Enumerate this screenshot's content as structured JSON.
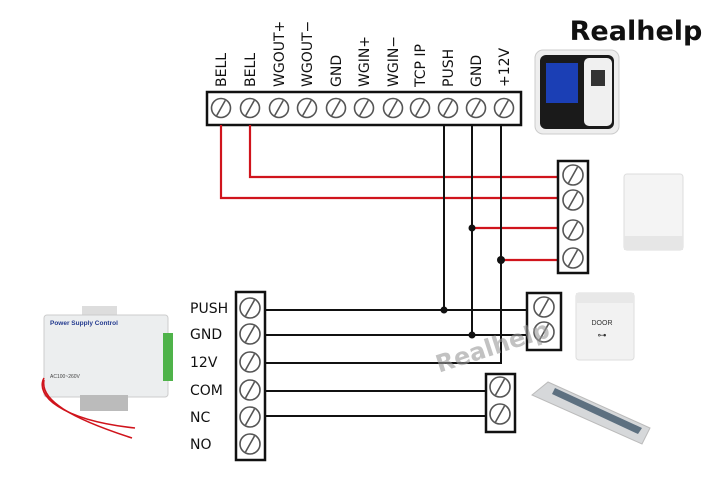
{
  "brand": "Realhelp",
  "watermark": "Realhelp",
  "controller_terminals": [
    "BELL",
    "BELL",
    "WGOUT+",
    "WGOUT−",
    "GND",
    "WGIN+",
    "WGIN−",
    "TCP IP",
    "PUSH",
    "GND",
    "+12V"
  ],
  "power_supply_terminals": [
    "PUSH",
    "GND",
    "12V",
    "COM",
    "NC",
    "NO"
  ],
  "power_supply_device": {
    "title": "Power Supply Control",
    "input": "AC100~260V"
  },
  "exit_button_device": {
    "text": "DOOR"
  },
  "colors": {
    "bell_wire": "#d0141c",
    "wire": "#111111",
    "watermark": "#9a9a9a"
  },
  "devices": [
    "fingerprint-reader",
    "doorbell",
    "exit-button",
    "magnetic-lock",
    "power-supply"
  ]
}
